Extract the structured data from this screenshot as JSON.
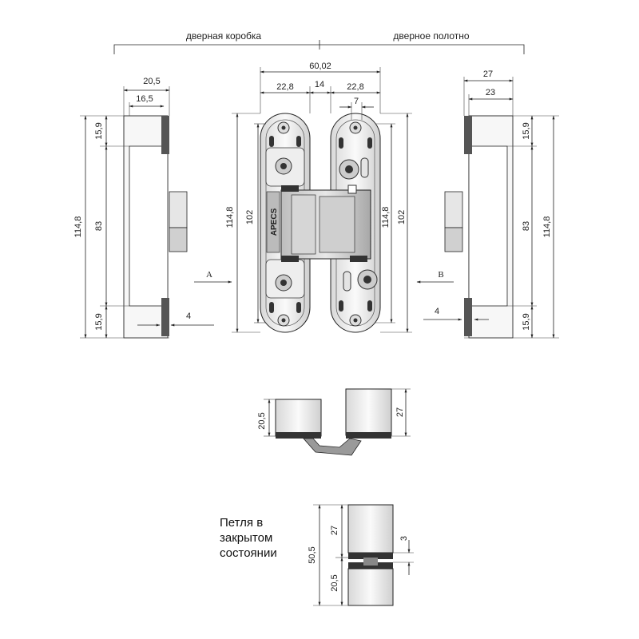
{
  "labels": {
    "frame": "дверная коробка",
    "leaf": "дверное полотно",
    "view_a": "A",
    "view_b": "B",
    "brand": "APECS"
  },
  "note_lines": [
    "Петля в",
    "закрытом",
    "состоянии"
  ],
  "dims": {
    "overall_width": "60,02",
    "half_width_left": "22,8",
    "gap": "14",
    "half_width_right": "22,8",
    "slot": "7",
    "frame_depth": "20,5",
    "frame_depth_inner": "16,5",
    "leaf_depth": "27",
    "leaf_depth_inner": "23",
    "height_total": "114,8",
    "height_body": "102",
    "height_mid": "83",
    "height_end": "15,9",
    "offset": "4",
    "top_view_frame": "20,5",
    "top_view_leaf": "27",
    "closed_total": "50,5",
    "closed_leaf": "27",
    "closed_frame": "20,5",
    "closed_gap": "3"
  },
  "colors": {
    "line": "#222222",
    "body": "#f4f4f4",
    "dark": "#333333"
  }
}
